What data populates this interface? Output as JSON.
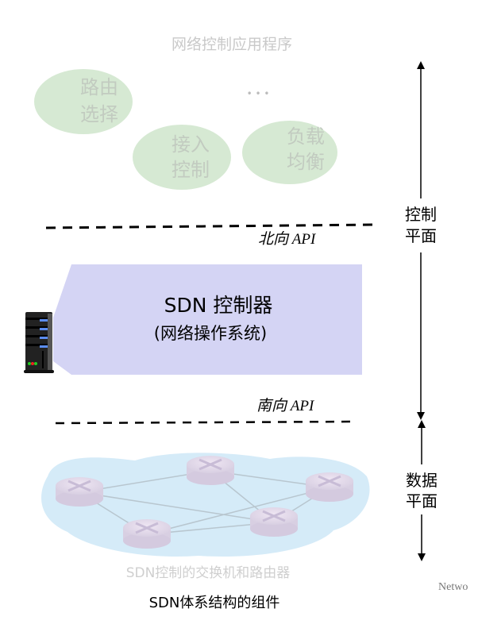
{
  "apps": {
    "title": "网络控制应用程序",
    "routing": [
      "路由",
      "选择"
    ],
    "access": [
      "接入",
      "控制"
    ],
    "loadbalance": [
      "负载",
      "均衡"
    ],
    "ellipsis": "• • •"
  },
  "northbound": "北向 API",
  "controller": {
    "line1": "SDN 控制器",
    "line2": "(网络操作系统)"
  },
  "southbound": "南向 API",
  "switches_label": "SDN控制的交换机和路由器",
  "caption": "SDN体系结构的组件",
  "control_plane": [
    "控制",
    "平面"
  ],
  "data_plane": [
    "数据",
    "平面"
  ],
  "watermark": "Netwo",
  "colors": {
    "app_green": "#d6e9d3",
    "controller_lavender": "#d4d4f4",
    "cloud_blue": "#d5ebf8",
    "faint_text": "#c8c8c8"
  }
}
